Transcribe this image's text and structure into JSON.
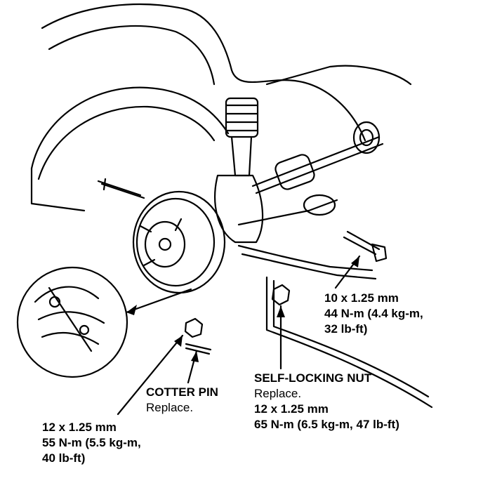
{
  "colors": {
    "ink": "#000000",
    "paper": "#ffffff"
  },
  "labels": {
    "upper_bolt": {
      "size": "10 x 1.25 mm",
      "torque_line1": "44 N-m (4.4 kg-m,",
      "torque_line2": "32 lb-ft)"
    },
    "self_locking_nut": {
      "title": "SELF-LOCKING NUT",
      "note": "Replace.",
      "size": "12 x 1.25 mm",
      "torque": "65 N-m (6.5 kg-m, 47 lb-ft)"
    },
    "cotter_pin": {
      "title": "COTTER PIN",
      "note": "Replace."
    },
    "castle_nut": {
      "size": "12 x 1.25 mm",
      "torque_line1": "55 N-m (5.5 kg-m,",
      "torque_line2": "40 lb-ft)"
    }
  }
}
